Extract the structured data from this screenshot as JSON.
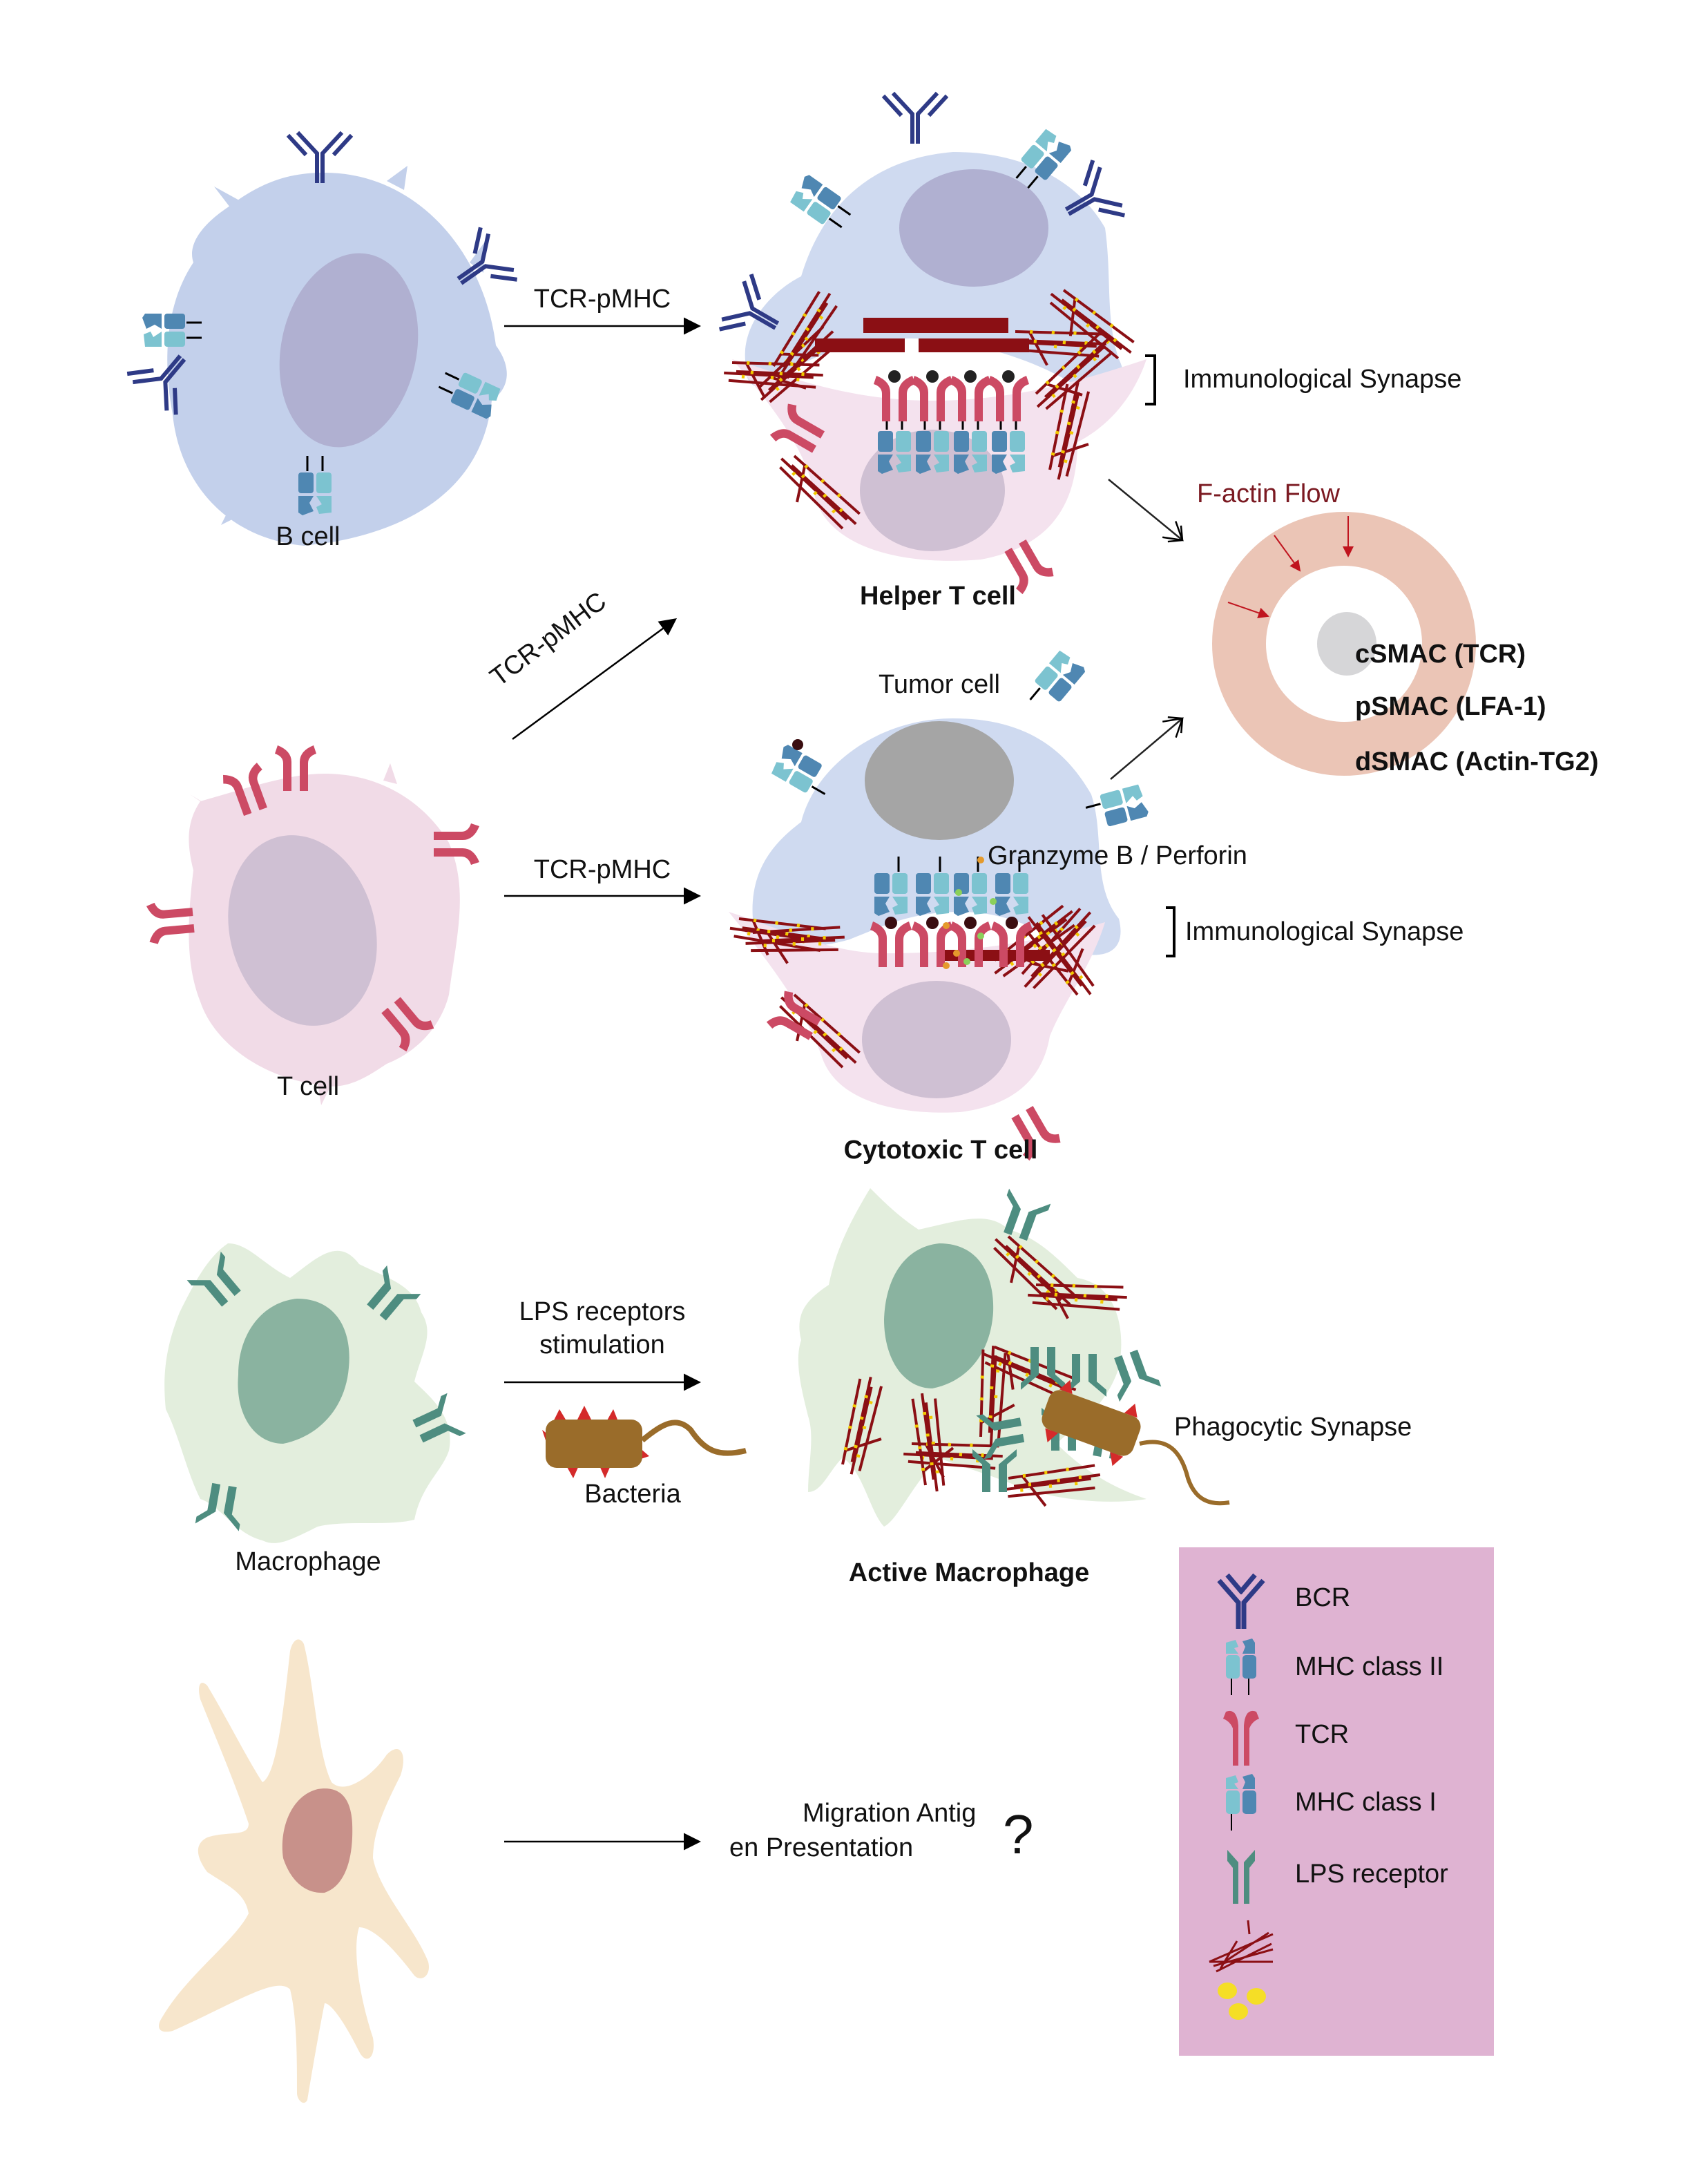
{
  "figure": {
    "rows": [
      {
        "source_cell": "B cell",
        "arrow_label": "TCR-pMHC",
        "result_cell": "Helper T cell",
        "synapse_label": "Immunological Synapse"
      },
      {
        "source_cell": "T cell",
        "diagonal_arrow_label": "TCR-pMHC",
        "arrow_label": "TCR-pMHC",
        "target_label": "Tumor cell",
        "secretion_label": "Granzyme B / Perforin",
        "result_cell": "Cytotoxic T cell",
        "synapse_label": "Immunological Synapse"
      },
      {
        "source_cell": "Macrophage",
        "arrow_label_line1": "LPS receptors",
        "arrow_label_line2": "stimulation",
        "pathogen_label": "Bacteria",
        "result_cell": "Active Macrophage",
        "synapse_label": "Phagocytic Synapse"
      },
      {
        "arrow_label_line1": "Migration Antig",
        "arrow_label_line2": "en Presentation",
        "unknown_mark": "?"
      }
    ],
    "smac": {
      "flow_label": "F-actin Flow",
      "zones": [
        "cSMAC (TCR)",
        "pSMAC (LFA-1)",
        "dSMAC (Actin-TG2)"
      ]
    },
    "legend": {
      "items": [
        {
          "icon": "bcr-icon",
          "label": "BCR"
        },
        {
          "icon": "mhc-class-ii-icon",
          "label": "MHC class II"
        },
        {
          "icon": "tcr-icon",
          "label": "TCR"
        },
        {
          "icon": "mhc-class-i-icon",
          "label": "MHC class I"
        },
        {
          "icon": "lps-receptor-icon",
          "label": "LPS receptor"
        },
        {
          "icon": "f-actin-icon",
          "label": ""
        },
        {
          "icon": "granule-icon",
          "label": ""
        }
      ]
    },
    "colors": {
      "b_cell": "#c3d0eb",
      "b_nucleus": "#b0b0d1",
      "t_cell": "#f1dbe7",
      "t_nucleus": "#cfc0d3",
      "tumor_nucleus": "#a5a5a5",
      "macrophage": "#e3eedd",
      "macrophage_nucleus": "#8ab3a0",
      "dendritic": "#f7e6cc",
      "dendritic_nucleus": "#c8918a",
      "bcr": "#2e3a86",
      "tcr": "#cc4a64",
      "lps": "#4e8d80",
      "mhc_light": "#7cc3d0",
      "mhc_dark": "#4f87b2",
      "actin": "#8b0f14",
      "actin_dot": "#f2c800",
      "smac_ring": "#ebc5b6",
      "smac_center": "#d6d6d8",
      "flow_arrow": "#c0141e",
      "legend_bg": "#dfb3d2",
      "bacteria": "#9a6c2a",
      "bacteria_spike": "#d42a2a",
      "granule": "#f5de26"
    }
  }
}
